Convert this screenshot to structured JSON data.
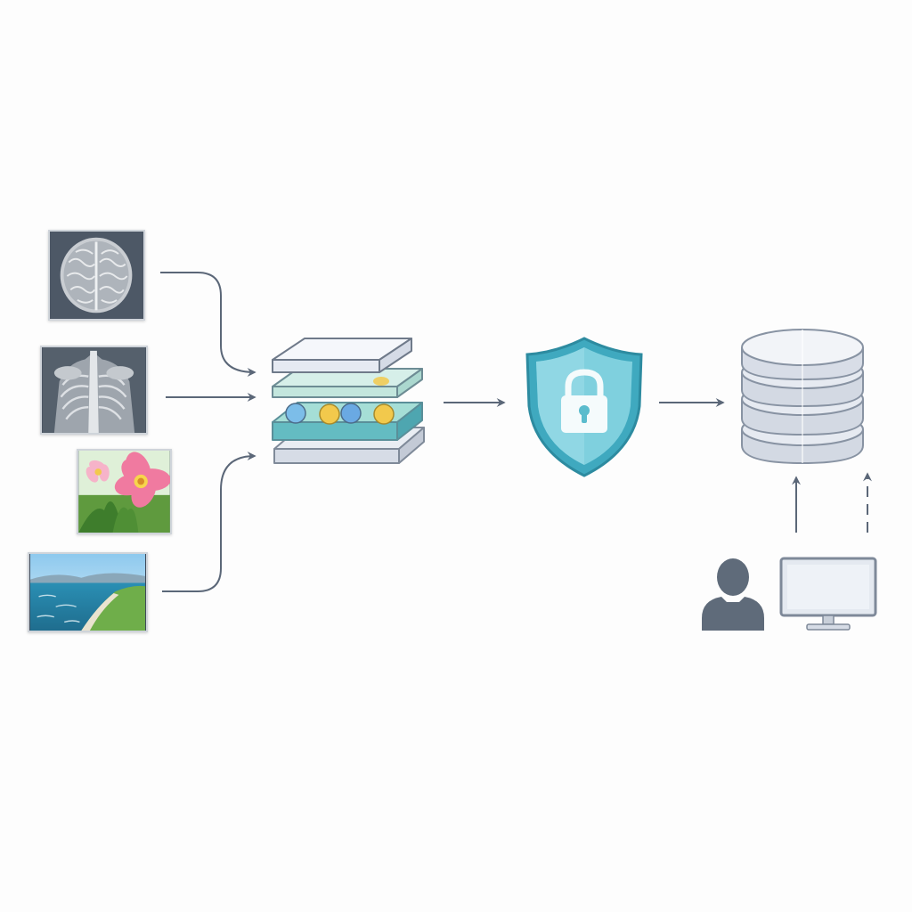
{
  "diagram": {
    "nodes": [
      {
        "id": "input-brain-mri",
        "icon": "brain-mri-thumbnail"
      },
      {
        "id": "input-chest-xray",
        "icon": "chest-xray-thumbnail"
      },
      {
        "id": "input-flower-photo",
        "icon": "flower-photo-thumbnail"
      },
      {
        "id": "input-coast-photo",
        "icon": "coast-landscape-thumbnail"
      },
      {
        "id": "layered-model",
        "icon": "layer-stack-icon"
      },
      {
        "id": "security",
        "icon": "shield-lock-icon"
      },
      {
        "id": "database",
        "icon": "database-icon"
      },
      {
        "id": "user",
        "icon": "user-icon"
      },
      {
        "id": "monitor",
        "icon": "monitor-icon"
      }
    ],
    "edges": [
      {
        "from": "input-brain-mri",
        "to": "layered-model",
        "style": "solid"
      },
      {
        "from": "input-chest-xray",
        "to": "layered-model",
        "style": "solid"
      },
      {
        "from": "input-coast-photo",
        "to": "layered-model",
        "style": "solid"
      },
      {
        "from": "layered-model",
        "to": "security",
        "style": "solid"
      },
      {
        "from": "security",
        "to": "database",
        "style": "solid"
      },
      {
        "from": "user",
        "to": "database",
        "style": "solid"
      },
      {
        "from": "monitor",
        "to": "database",
        "style": "dashed"
      }
    ],
    "colors": {
      "arrow": "#5b6778",
      "shield": "#5bbccd",
      "layer_teal": "#7fd0c6",
      "dot_blue": "#6aaee0",
      "dot_yellow": "#f2c94c",
      "database": "#dfe4ec",
      "user": "#5f6b7a"
    }
  }
}
